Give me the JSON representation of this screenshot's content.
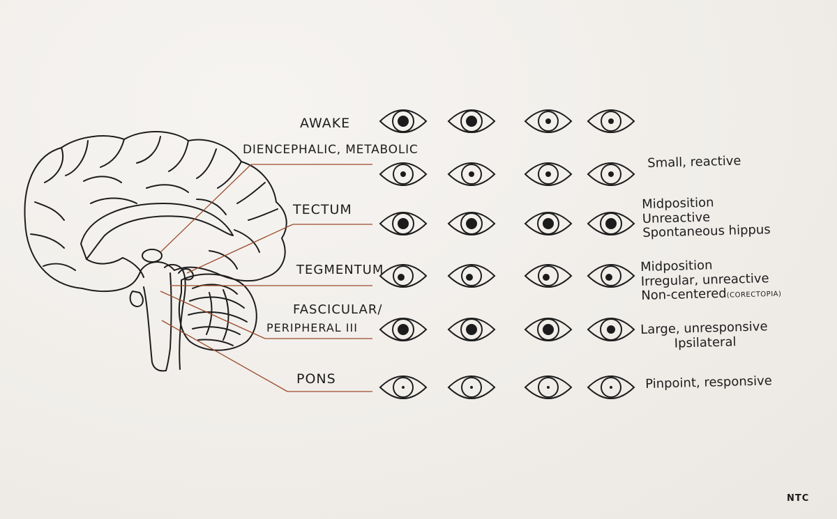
{
  "rows": [
    {
      "id": "awake",
      "label": "AWAKE",
      "description": [],
      "pupils": [
        "large",
        "large",
        "small",
        "small"
      ]
    },
    {
      "id": "diencephalic",
      "label": "DIENCEPHALIC, METABOLIC",
      "description": [
        "Small, reactive"
      ],
      "pupils": [
        "small",
        "small",
        "small",
        "small"
      ]
    },
    {
      "id": "tectum",
      "label": "TECTUM",
      "description": [
        "Midposition",
        "Unreactive",
        "Spontaneous hippus"
      ],
      "pupils": [
        "large",
        "large",
        "large",
        "large"
      ]
    },
    {
      "id": "tegmentum",
      "label": "TEGMENTUM",
      "description": [
        "Midposition",
        "Irregular, unreactive",
        "Non-centered"
      ],
      "description_note": "(CORECTOPIA)",
      "pupils": [
        "offcenter",
        "offcenter",
        "offcenter",
        "offcenter"
      ]
    },
    {
      "id": "fascicular",
      "label_lines": [
        "FASCICULAR/",
        "PERIPHERAL III"
      ],
      "description": [
        "Large, unresponsive",
        "Ipsilateral"
      ],
      "pupils": [
        "large",
        "large",
        "large",
        "medium"
      ]
    },
    {
      "id": "pons",
      "label": "PONS",
      "description": [
        "Pinpoint, responsive"
      ],
      "pupils": [
        "pinpoint",
        "pinpoint",
        "pinpoint",
        "pinpoint"
      ]
    }
  ],
  "signature": "NTC",
  "colors": {
    "ink": "#1c1c1c",
    "leader": "#9a4a2a",
    "paper": "#f2efec"
  }
}
